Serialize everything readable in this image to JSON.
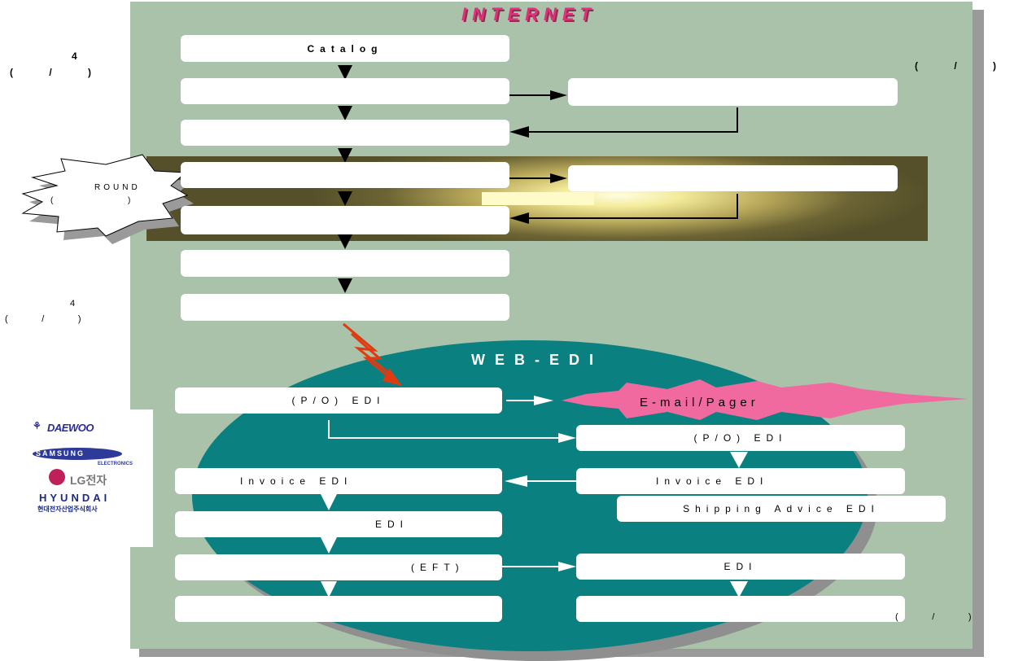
{
  "diagram": {
    "title": "INTERNET",
    "web_edi_label": "WEB-EDI",
    "left_boxes": [
      "Catalog",
      "",
      "",
      "",
      "",
      "",
      ""
    ],
    "right_boxes": [
      "",
      ""
    ],
    "burst_round": "ROUND",
    "burst_paren": "(                        )",
    "edi_left": [
      "(P/O) EDI",
      "Invoice EDI",
      "EDI",
      "(EFT)",
      ""
    ],
    "edi_right": [
      "(P/O) EDI",
      "Invoice EDI",
      "Shipping Advice EDI",
      "EDI",
      ""
    ],
    "email_pager": "E-mail/Pager"
  },
  "side_notes": {
    "left_top_num": "4",
    "left_top_paren": "(          /          )",
    "right_top_paren": "(          /          )",
    "left_mid_num": "4",
    "left_mid_paren": "(          /          )",
    "bottom_right_paren": "(          /          )"
  },
  "logos": {
    "daewoo": "DAEWOO",
    "samsung": "SAMSUNG",
    "samsung_sub": "ELECTRONICS",
    "lg": "LG전자",
    "hyundai": "HYUNDAI",
    "hyundai_sub": "현대전자산업주식회사"
  },
  "colors": {
    "panel": "#a9c2a9",
    "ellipse": "#0a8080",
    "title": "#e0307a",
    "email_burst": "#f06aa0",
    "red_arrow": "#e03a10"
  }
}
